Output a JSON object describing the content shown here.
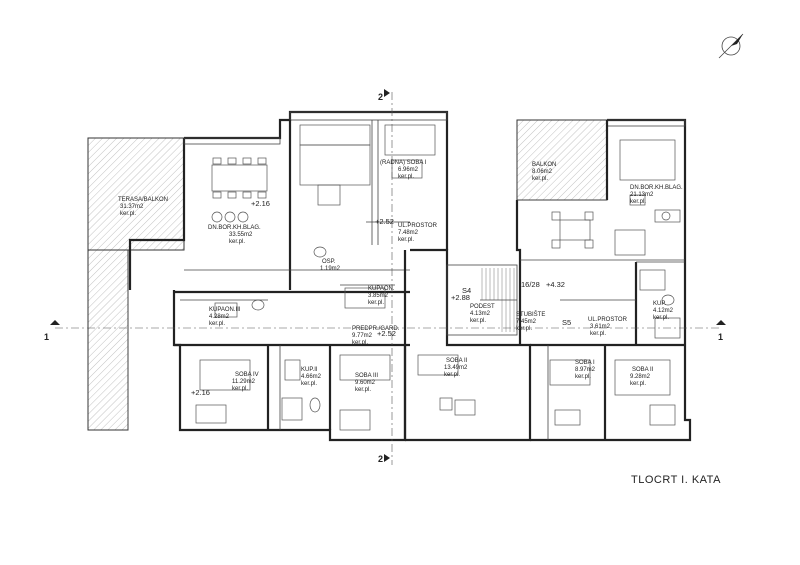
{
  "title": "TLOCRT  I. KATA",
  "section_marks": {
    "left": "1",
    "right": "1",
    "top": "2",
    "bottom": "2"
  },
  "levels": {
    "terasa": "+2.16",
    "soba_iv": "+2.16",
    "ul_prostor_left": "+2.52",
    "predprostor": "+2.52",
    "stair_left": "+2.88",
    "stair_right": "+4.32",
    "s4": "S4",
    "s5": "S5",
    "stair_count": "16/28"
  },
  "rooms": [
    {
      "name": "TERASA/BALKON",
      "area": "31.37m2",
      "note": "ker.pl."
    },
    {
      "name": "DN.BOR.KH.BLAG.",
      "area": "33.55m2",
      "note": "ker.pl."
    },
    {
      "name": "(RADNA)  SOBA I",
      "area": "6.96m2",
      "note": "ker.pl."
    },
    {
      "name": "UL.PROSTOR",
      "area": "7.48m2",
      "note": "ker.pl."
    },
    {
      "name": "OSP.",
      "area": "1.19m2",
      "note": ""
    },
    {
      "name": "KUPAON.",
      "area": "3.85m2",
      "note": "ker.pl."
    },
    {
      "name": "KUPAON.III",
      "area": "4.28m2",
      "note": "ker.pl."
    },
    {
      "name": "PREDPR./GARD.",
      "area": "9.77m2",
      "note": "ker.pl."
    },
    {
      "name": "SOBA IV",
      "area": "11.29m2",
      "note": "ker.pl."
    },
    {
      "name": "KUP.II",
      "area": "4.66m2",
      "note": "ker.pl."
    },
    {
      "name": "SOBA III",
      "area": "9.60m2",
      "note": "ker.pl."
    },
    {
      "name": "SOBA II",
      "area": "13.49m2",
      "note": "ker.pl."
    },
    {
      "name": "PODEST",
      "area": "4.13m2",
      "note": "ker.pl."
    },
    {
      "name": "STUBIŠTE",
      "area": "7.45m2",
      "note": "ker.pl."
    },
    {
      "name": "BALKON",
      "area": "8.06m2",
      "note": "ker.pl."
    },
    {
      "name": "DN.BOR.KH.BLAG.",
      "area": "21.13m2",
      "note": "ker.pl."
    },
    {
      "name": "UL.PROSTOR",
      "area": "3.61m2",
      "note": "ker.pl."
    },
    {
      "name": "KUP.",
      "area": "4.12m2",
      "note": "ker.pl."
    },
    {
      "name": "SOBA I",
      "area": "8.97m2",
      "note": "ker.pl."
    },
    {
      "name": "SOBA II",
      "area": "9.28m2",
      "note": "ker.pl."
    }
  ],
  "icons": [
    "north-arrow-icon",
    "section-marker-icon"
  ]
}
